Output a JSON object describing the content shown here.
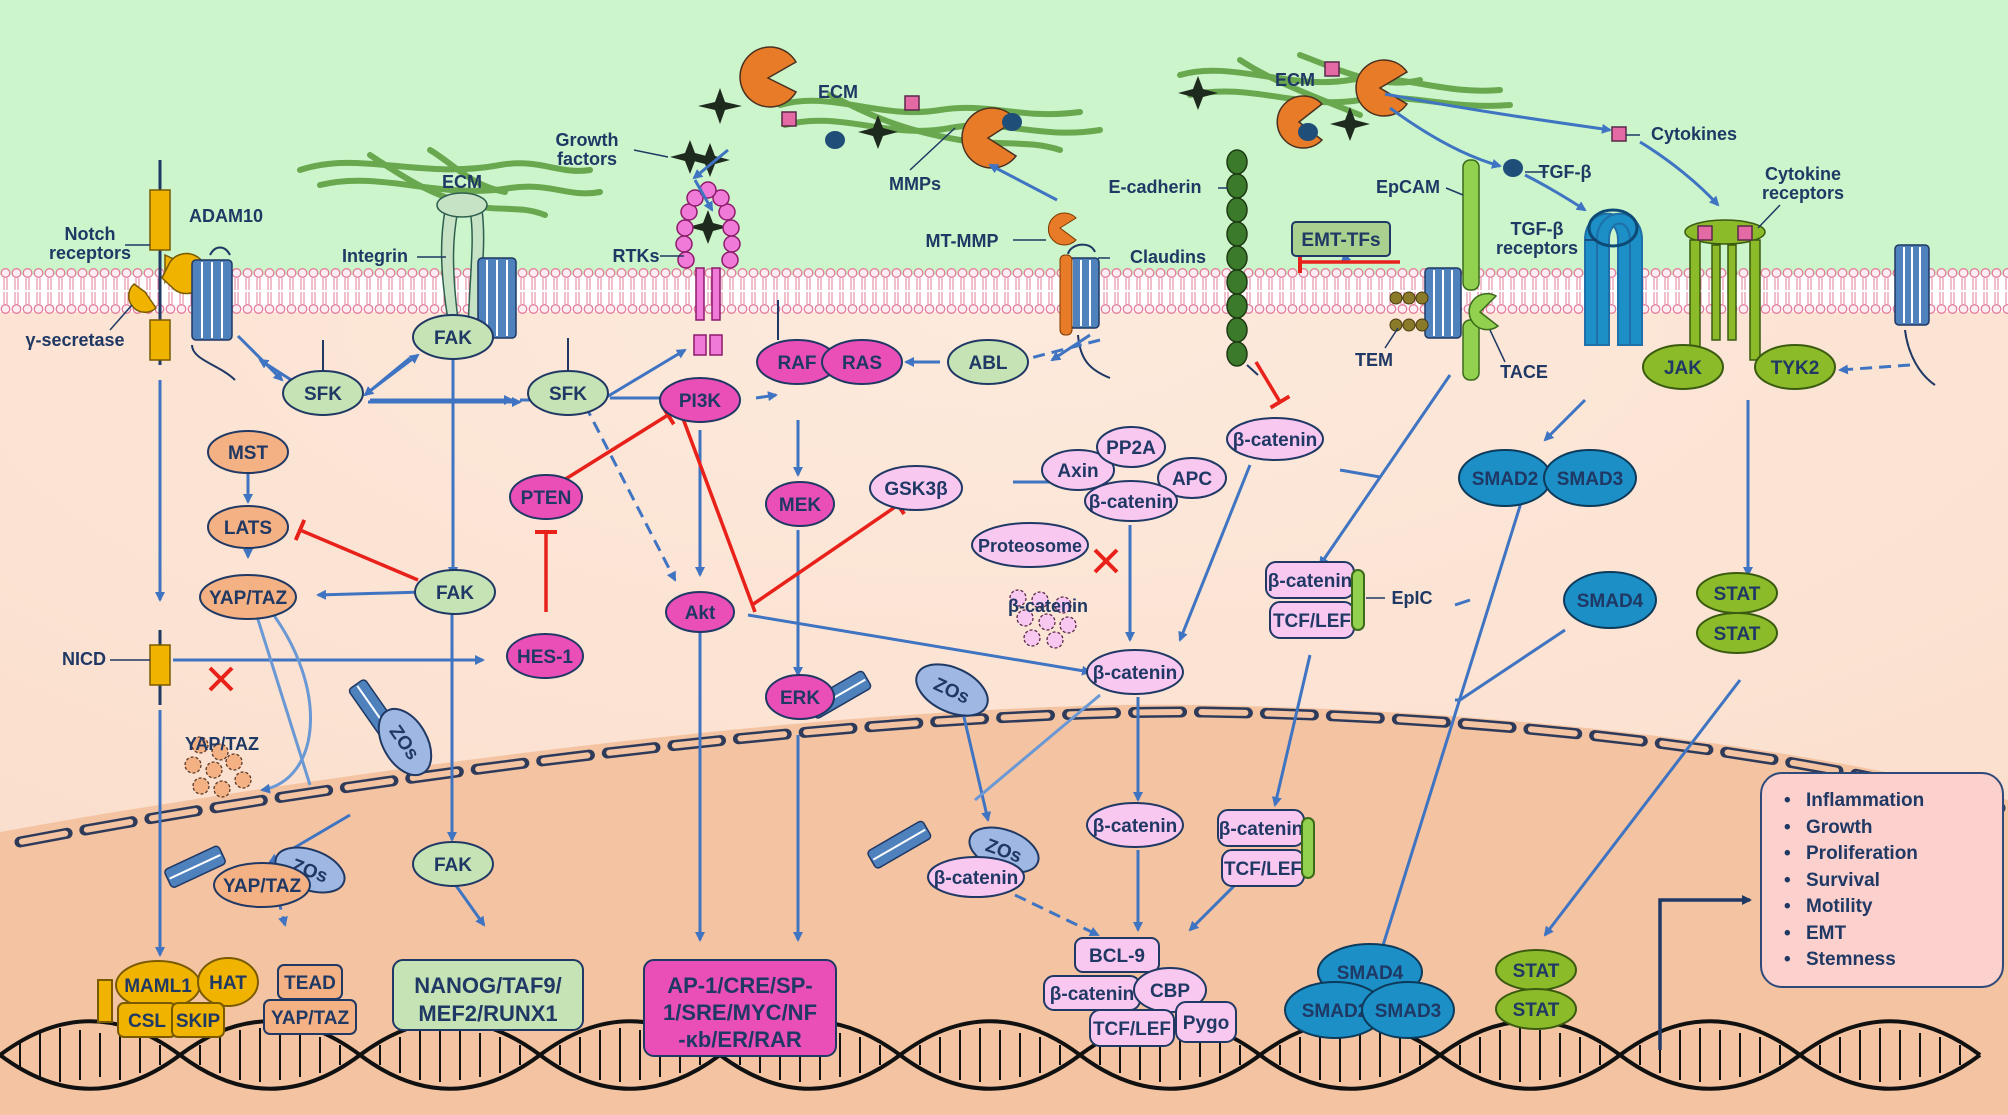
{
  "labels": {
    "notch_receptors": [
      "Notch",
      "receptors"
    ],
    "adam10": "ADAM10",
    "gamma_secretase": "γ-secretase",
    "ecm_left": "ECM",
    "integrin": "Integrin",
    "ecm_center": "ECM",
    "growth_factors": [
      "Growth",
      "factors"
    ],
    "rtks": "RTKs",
    "mmps": "MMPs",
    "mt_mmp": "MT-MMP",
    "claudins": "Claudins",
    "ecm_right": "ECM",
    "e_cadherin": "E-cadherin",
    "epcam": "EpCAM",
    "tgf_beta": "TGF-β",
    "tgf_beta_receptors": [
      "TGF-β",
      "receptors"
    ],
    "cytokines": "Cytokines",
    "cytokine_receptors": [
      "Cytokine",
      "receptors"
    ],
    "tem": "TEM",
    "tace": "TACE",
    "nicd": "NICD",
    "yap_taz_degraded": "YAP/TAZ",
    "proteosome": "Proteosome",
    "beta_catenin_degraded": "β-catenin",
    "epic": "EpIC"
  },
  "nodes": {
    "sfk1": "SFK",
    "fak1": "FAK",
    "sfk2": "SFK",
    "pi3k": "PI3K",
    "raf": "RAF",
    "ras": "RAS",
    "abl": "ABL",
    "mst": "MST",
    "lats": "LATS",
    "yap_taz1": "YAP/TAZ",
    "fak2": "FAK",
    "pten": "PTEN",
    "hes1": "HES-1",
    "mek": "MEK",
    "erk": "ERK",
    "akt": "Akt",
    "gsk3b": "GSK3β",
    "axin": "Axin",
    "pp2a": "PP2A",
    "apc": "APC",
    "bcat_complex": "β-catenin",
    "bcat_mem": "β-catenin",
    "bcat_epic": "β-catenin",
    "tcf_lef_epic": "TCF/LEF",
    "bcat_mid": "β-catenin",
    "bcat_nuc": "β-catenin",
    "bcat_nuc2": "β-catenin",
    "tcf_lef_nuc": "TCF/LEF",
    "smad2": "SMAD2",
    "smad3": "SMAD3",
    "smad4": "SMAD4",
    "jak": "JAK",
    "tyk2": "TYK2",
    "stat1": "STAT",
    "stat2": "STAT",
    "emt_tfs": "EMT-TFs",
    "zos_cyto1": "ZOs",
    "zos_cyto2": "ZOs",
    "zos_nuc1": "ZOs",
    "zos_nuc2": "ZOs",
    "yap_taz_nuc": "YAP/TAZ",
    "fak_nuc": "FAK",
    "bcat_zos": "β-catenin",
    "maml1": "MAML1",
    "hat": "HAT",
    "csl": "CSL",
    "skip": "SKIP",
    "tead": "TEAD",
    "yap_taz_tead": "YAP/TAZ",
    "nanog": [
      "NANOG/TAF9/",
      "MEF2/RUNX1"
    ],
    "ap1": [
      "AP-1/CRE/SP-",
      "1/SRE/MYC/NF",
      "-κb/ER/RAR"
    ],
    "bcl9": "BCL-9",
    "bcat_dna": "β-catenin",
    "cbp": "CBP",
    "tcf_lef_dna": "TCF/LEF",
    "pygo": "Pygo",
    "smad4_dna": "SMAD4",
    "smad2_dna": "SMAD2",
    "smad3_dna": "SMAD3",
    "stat_dna1": "STAT",
    "stat_dna2": "STAT"
  },
  "outcomes": [
    "Inflammation",
    "Growth",
    "Proliferation",
    "Survival",
    "Motility",
    "EMT",
    "Stemness"
  ],
  "colors": {
    "extracellular": "#ccf5cc",
    "cytoplasm": "#fbe4d6",
    "nucleus": "#f4c4a2",
    "arrow": "#3f74c2",
    "inhibit": "#e8211b",
    "label": "#1f3864",
    "magenta": "#ea4fb8",
    "pink": "#f8c8f0",
    "green_node": "#c6e3b6",
    "orange_node": "#f4b183",
    "teal": "#1b8fc6",
    "lime": "#8cbb2a",
    "yellow": "#f0b400",
    "green_box": "#a9d08e",
    "outcome_box": "#fbd0cd"
  }
}
